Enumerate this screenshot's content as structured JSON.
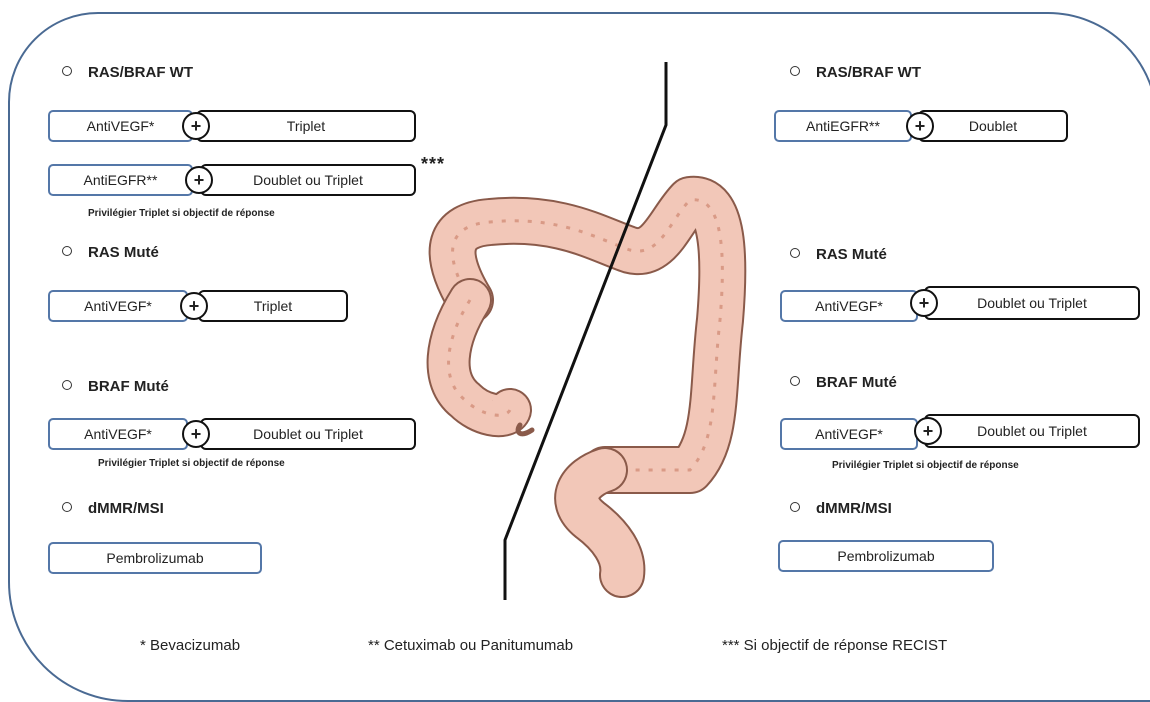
{
  "left": {
    "section_1": {
      "heading": "RAS/BRAF WT",
      "row_1": {
        "agent": "AntiVEGF*",
        "plus": "+",
        "chemo": "Triplet"
      },
      "row_2": {
        "agent": "AntiEGFR**",
        "plus": "+",
        "chemo": "Doublet ou Triplet"
      },
      "stars": "***",
      "note": "Privilégier Triplet si objectif de réponse"
    },
    "section_2": {
      "heading": "RAS Muté",
      "row_1": {
        "agent": "AntiVEGF*",
        "plus": "+",
        "chemo": "Triplet"
      }
    },
    "section_3": {
      "heading": "BRAF Muté",
      "row_1": {
        "agent": "AntiVEGF*",
        "plus": "+",
        "chemo": "Doublet ou Triplet"
      },
      "note": "Privilégier Triplet si objectif de réponse"
    },
    "section_4": {
      "heading": "dMMR/MSI",
      "treatment": "Pembrolizumab"
    }
  },
  "right": {
    "section_1": {
      "heading": "RAS/BRAF WT",
      "row_1": {
        "agent": "AntiEGFR**",
        "plus": "+",
        "chemo": "Doublet"
      }
    },
    "section_2": {
      "heading": "RAS Muté",
      "row_1": {
        "agent": "AntiVEGF*",
        "plus": "+",
        "chemo": "Doublet ou Triplet"
      }
    },
    "section_3": {
      "heading": "BRAF Muté",
      "row_1": {
        "agent": "AntiVEGF*",
        "plus": "+",
        "chemo": "Doublet ou Triplet"
      },
      "note": "Privilégier Triplet si objectif de réponse"
    },
    "section_4": {
      "heading": "dMMR/MSI",
      "treatment": "Pembrolizumab"
    }
  },
  "footnotes": {
    "f1": "* Bevacizumab",
    "f2": "** Cetuximab ou Panitumumab",
    "f3": "*** Si objectif de réponse RECIST"
  },
  "colors": {
    "frame_border": "#4a6a93",
    "agent_border": "#5477a8",
    "colon_fill": "#f2c7b8",
    "colon_stroke": "#8a5a4a"
  }
}
